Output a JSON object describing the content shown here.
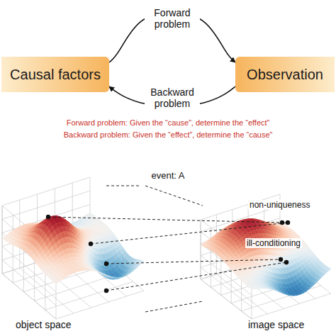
{
  "diagram": {
    "nodes": [
      {
        "text": [
          "Causal factors"
        ]
      },
      {
        "text": [
          "Observation"
        ]
      }
    ],
    "edges": [
      {
        "from": 0,
        "to": 1,
        "label": "Forward problem",
        "arrow": "to"
      },
      {
        "from": 1,
        "to": 0,
        "label": "Backward problem",
        "arrow": "to"
      }
    ],
    "labels": [
      "Forward problem: Given the “cause”, determine the “effect”",
      "Backward problem: Given the “effect”, determine the “cause”",
      "event: A",
      "non-uniqueness",
      "ill-conditioning",
      "object space",
      "image space"
    ]
  }
}
